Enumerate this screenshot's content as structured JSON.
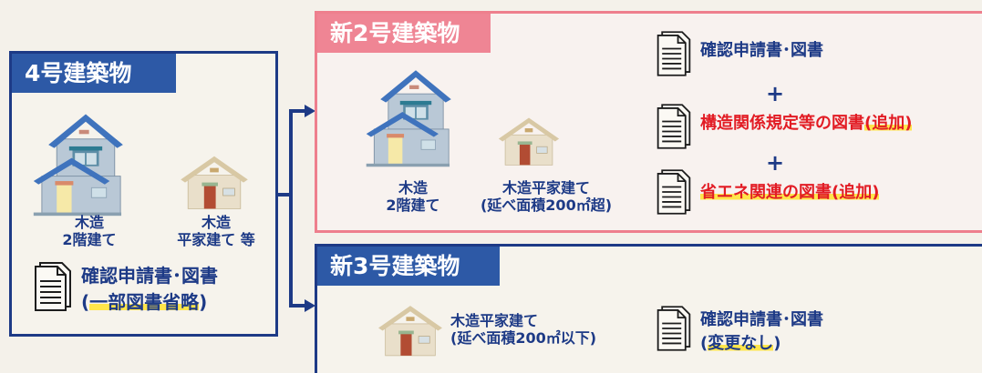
{
  "panels": {
    "old4": {
      "title": "4号建築物",
      "house1_label_line1": "木造",
      "house1_label_line2": "2階建て",
      "house2_label_line1": "木造",
      "house2_label_line2": "平家建て 等",
      "doc_line1": "確認申請書･図書",
      "doc_line2_open": "(",
      "doc_line2_highlight": "一部図書省略",
      "doc_line2_close": ")"
    },
    "new2": {
      "title": "新2号建築物",
      "house1_label_line1": "木造",
      "house1_label_line2": "2階建て",
      "house2_label_line1": "木造平家建て",
      "house2_label_line2": "(延べ面積200㎡超)",
      "doc1": "確認申請書･図書",
      "plus1": "+",
      "doc2": "構造関係規定等の図書",
      "doc2_suffix": "(追加)",
      "plus2": "+",
      "doc3": "省エネ関連の図書",
      "doc3_suffix": "(追加)"
    },
    "new3": {
      "title": "新3号建築物",
      "house_label_line1": "木造平家建て",
      "house_label_line2": "(延べ面積200㎡以下)",
      "doc_line1": "確認申請書･図書",
      "doc_line2_open": "(",
      "doc_line2_highlight": "変更なし",
      "doc_line2_close": ")"
    }
  },
  "colors": {
    "navy": "#1d3a86",
    "title_blue": "#2d59a6",
    "title_pink": "#ef8594",
    "border_pink": "#ee7f8d",
    "red_text": "#e21c24",
    "highlight": "#ffe54a"
  },
  "icons": [
    "house-two-story-icon",
    "house-one-story-icon",
    "document-icon",
    "bracket-arrow-icon"
  ]
}
